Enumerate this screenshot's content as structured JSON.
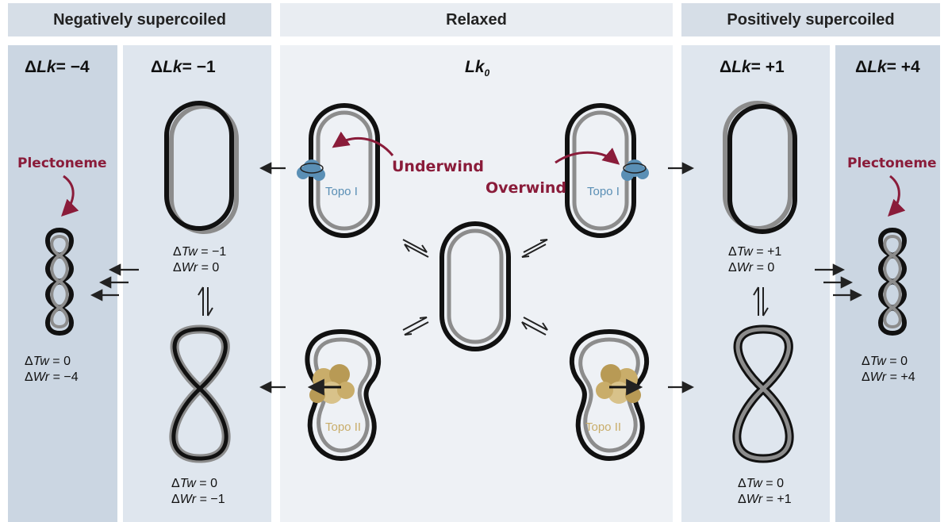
{
  "colors": {
    "header_bg": "#d6dee7",
    "header_center_bg": "#e9edf2",
    "panel_outer": "#cbd6e2",
    "panel_inner": "#dfe6ee",
    "panel_center": "#eef1f5",
    "dna_dark": "#111111",
    "dna_grey": "#8c8c8c",
    "label_red": "#8a1c3a",
    "topo1_blue": "#5a8fb5",
    "topo2_gold": "#c9ad6a"
  },
  "headers": {
    "negative": "Negatively supercoiled",
    "relaxed": "Relaxed",
    "positive": "Positively supercoiled"
  },
  "columns": {
    "neg4": {
      "delta": "Δ",
      "lk": "Lk",
      "value": "= −4"
    },
    "neg1": {
      "delta": "Δ",
      "lk": "Lk",
      "value": "= −1"
    },
    "relaxed": {
      "lk": "Lk",
      "sub": "0"
    },
    "pos1": {
      "delta": "Δ",
      "lk": "Lk",
      "value": "= +1"
    },
    "pos4": {
      "delta": "Δ",
      "lk": "Lk",
      "value": "= +4"
    }
  },
  "annotations": {
    "plectoneme_left": "Plectoneme",
    "plectoneme_right": "Plectoneme",
    "underwind": "Underwind",
    "overwind": "Overwind",
    "topo1_left": "Topo I",
    "topo1_right": "Topo I",
    "topo2_left": "Topo II",
    "topo2_right": "Topo II"
  },
  "equations": {
    "neg1_top": {
      "tw": "= −1",
      "wr": "= 0"
    },
    "neg1_bottom": {
      "tw": "= 0",
      "wr": "= −1"
    },
    "neg4": {
      "tw": "= 0",
      "wr": "= −4"
    },
    "pos1_top": {
      "tw": "= +1",
      "wr": "= 0"
    },
    "pos1_bottom": {
      "tw": "= 0",
      "wr": "= +1"
    },
    "pos4": {
      "tw": "= 0",
      "wr": "= +4"
    },
    "delta": "Δ",
    "tw_symbol": "Tw",
    "wr_symbol": "Wr"
  }
}
